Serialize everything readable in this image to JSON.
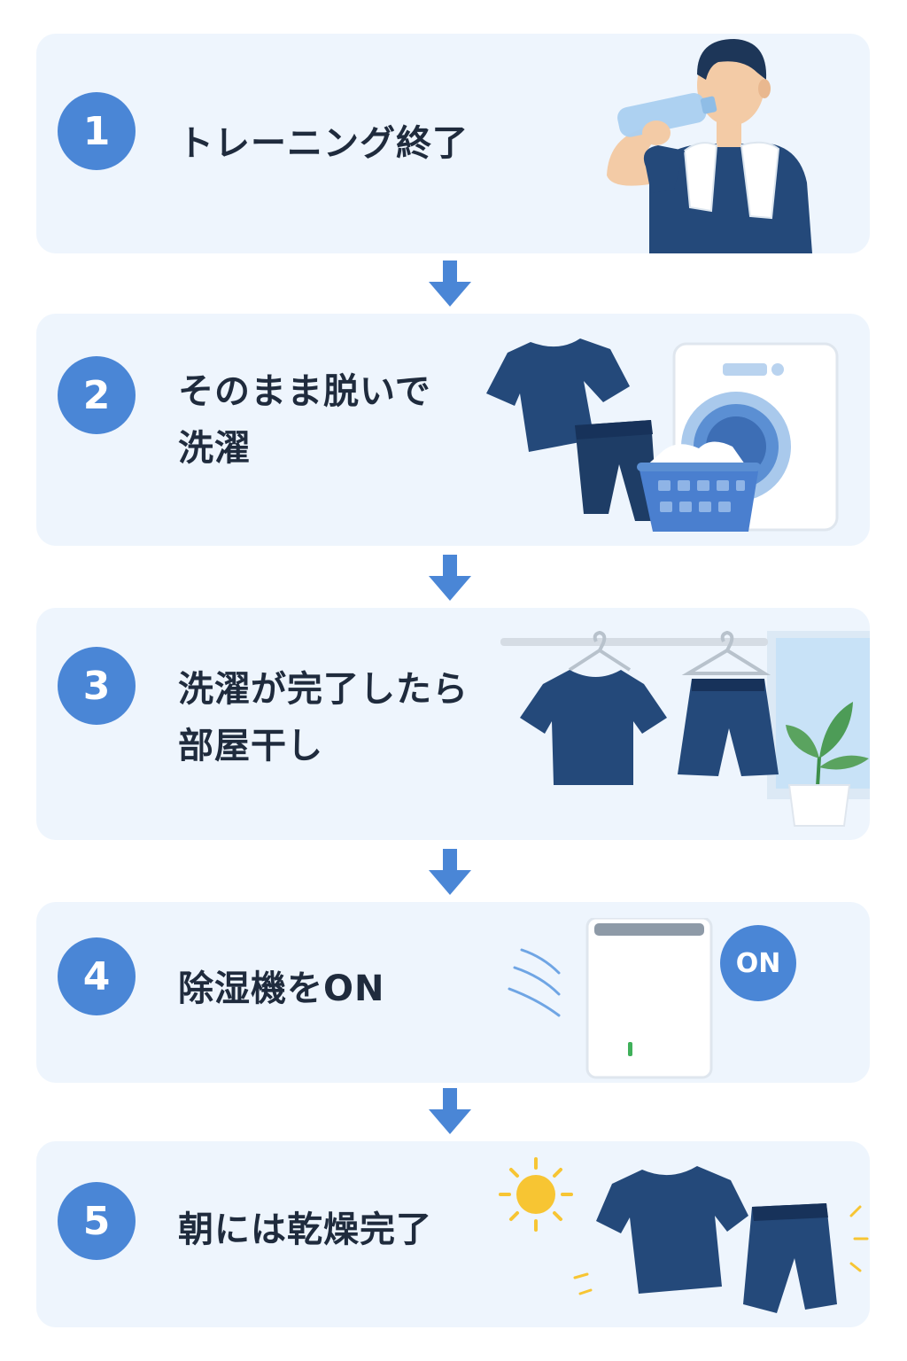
{
  "colors": {
    "card_bg": "#eef5fd",
    "step_circle": "#4a86d6",
    "text": "#1f2b3d",
    "arrow": "#4a86d6",
    "clothing": "#244a78"
  },
  "steps": [
    {
      "number": "1",
      "lines": [
        "トレーニング終了"
      ],
      "illustration": "man-drinking-water-with-towel"
    },
    {
      "number": "2",
      "lines": [
        "そのまま脱いで",
        "洗濯"
      ],
      "illustration": "clothes-laundry-basket-washing-machine"
    },
    {
      "number": "3",
      "lines": [
        "洗濯が完了したら",
        "部屋干し"
      ],
      "illustration": "clothes-hanging-indoors-window-plant"
    },
    {
      "number": "4",
      "lines": [
        "除湿機をON"
      ],
      "illustration": "dehumidifier",
      "badge": "ON"
    },
    {
      "number": "5",
      "lines": [
        "朝には乾燥完了"
      ],
      "illustration": "dry-clothes-sun"
    }
  ]
}
